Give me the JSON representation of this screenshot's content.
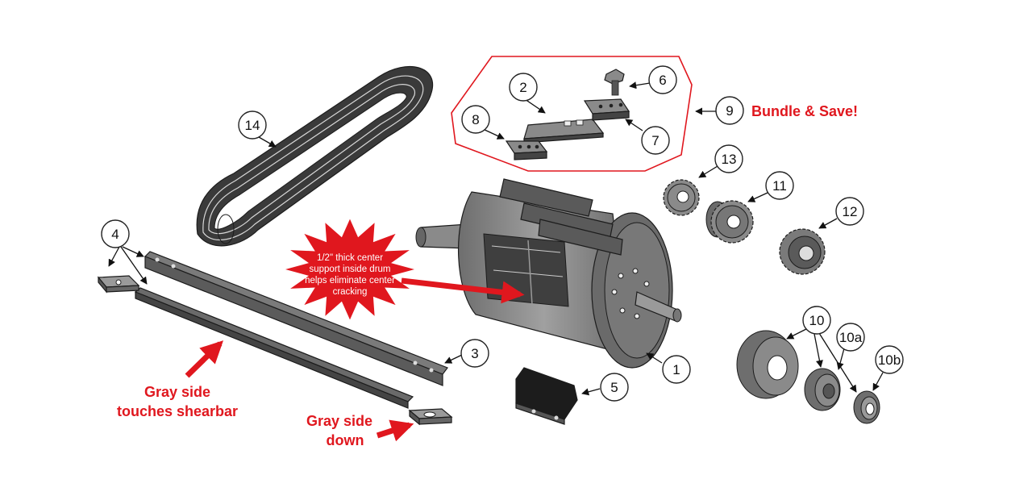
{
  "callouts": [
    {
      "id": "c1",
      "label": "1"
    },
    {
      "id": "c2",
      "label": "2"
    },
    {
      "id": "c3",
      "label": "3"
    },
    {
      "id": "c4",
      "label": "4"
    },
    {
      "id": "c5",
      "label": "5"
    },
    {
      "id": "c6",
      "label": "6"
    },
    {
      "id": "c7",
      "label": "7"
    },
    {
      "id": "c8",
      "label": "8"
    },
    {
      "id": "c9",
      "label": "9"
    },
    {
      "id": "c10",
      "label": "10"
    },
    {
      "id": "c10a",
      "label": "10a"
    },
    {
      "id": "c10b",
      "label": "10b"
    },
    {
      "id": "c11",
      "label": "11"
    },
    {
      "id": "c12",
      "label": "12"
    },
    {
      "id": "c13",
      "label": "13"
    },
    {
      "id": "c14",
      "label": "14"
    }
  ],
  "annotations": {
    "bundle": "Bundle & Save!",
    "burst_lines": [
      "1/2\" thick center",
      "support inside drum",
      "helps eliminate center",
      "cracking"
    ],
    "gray_side_shearbar_lines": [
      "Gray side",
      "touches shearbar"
    ],
    "gray_side_down_lines": [
      "Gray side",
      "down"
    ]
  },
  "colors": {
    "accent_red": "#e0171e",
    "part_gray": "#7a7a7a",
    "part_dark": "#4a4a4a"
  }
}
